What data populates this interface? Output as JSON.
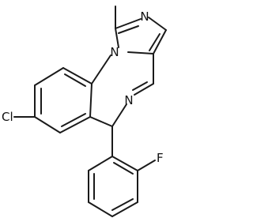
{
  "molecule": {
    "atoms": {
      "chlorine": "Cl",
      "fluorine": "F",
      "ring_nitrogen_fused": "N",
      "imidazole_nitrogen": "N",
      "imine_nitrogen": "N"
    },
    "bond_color": "#1a1a1a",
    "label_color": "#111111"
  }
}
